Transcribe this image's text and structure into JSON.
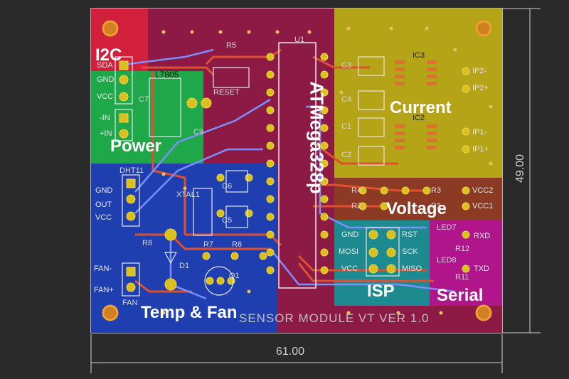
{
  "board": {
    "title": "SENSOR MODULE VT VER 1.0",
    "width_mm": "61.00",
    "height_mm": "49.00"
  },
  "sections": {
    "i2c": "I2C",
    "power": "Power",
    "mcu": "ATMega328p",
    "current": "Current",
    "voltage": "Voltage",
    "temp_fan": "Temp & Fan",
    "isp": "ISP",
    "serial": "Serial"
  },
  "components": {
    "regulator": "L7805",
    "reset": "RESET",
    "r5": "R5",
    "u1": "U1",
    "ic3": "IC3",
    "ic2": "IC2",
    "c3": "C3",
    "c4": "C4",
    "c1": "C1",
    "c2": "C2",
    "c9": "C9",
    "c6": "C6",
    "c5": "C5",
    "c7": "C7",
    "xtal": "XTAL1",
    "dht": "DHT11",
    "r8": "R8",
    "r7": "R7",
    "r6": "R6",
    "d1": "D1",
    "q1": "Q1",
    "fan": "FAN",
    "r4": "R4",
    "r2": "R2",
    "r3": "R3",
    "r1": "R1",
    "led7": "LED7",
    "led8": "LED8",
    "r12": "R12",
    "r11": "R11"
  },
  "pins": {
    "i2c": [
      "SDA",
      "GND",
      "VCC"
    ],
    "power": [
      "-IN",
      "+IN"
    ],
    "dht": [
      "GND",
      "OUT",
      "VCC"
    ],
    "fan": [
      "FAN-",
      "FAN+"
    ],
    "isp_left": [
      "GND",
      "MOSI",
      "VCC"
    ],
    "isp_right": [
      "RST",
      "SCK",
      "MISO"
    ],
    "current": [
      "IP2-",
      "IP2+",
      "IP1-",
      "IP1+"
    ],
    "voltage": [
      "VCC2",
      "VCC1"
    ],
    "serial": [
      "RXD",
      "TXD"
    ]
  },
  "colors": {
    "i2c": "#d21f3c",
    "power": "#1fa84a",
    "mcu": "#8c1a45",
    "current": "#b5a318",
    "voltage": "#8c3a24",
    "temp_fan": "#1f3fb0",
    "isp": "#1c8a8f",
    "serial": "#b0158c"
  }
}
